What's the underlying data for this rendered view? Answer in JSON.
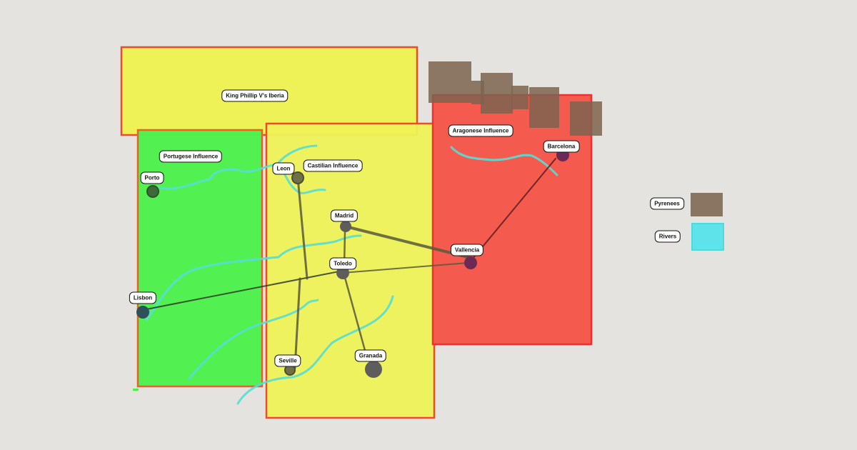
{
  "title": "King Phillip V's Iberia",
  "regions": {
    "portugal": "Portugese Influence",
    "castile": "Castilian Influence",
    "aragon": "Aragonese Influence"
  },
  "cities": {
    "porto": "Porto",
    "leon": "Leon",
    "madrid": "Madrid",
    "toledo": "Toledo",
    "lisbon": "Lisbon",
    "seville": "Seville",
    "granada": "Granada",
    "valencia": "Vallencia",
    "barcelona": "Barcelona"
  },
  "legend": {
    "pyrenees": "Pyrenees",
    "rivers": "Rivers"
  },
  "colors": {
    "yellow": "#eef257",
    "green": "#4cf24c",
    "red": "#f55a4e",
    "mountains": "#7d6450",
    "rivers": "#5ee3ea"
  }
}
